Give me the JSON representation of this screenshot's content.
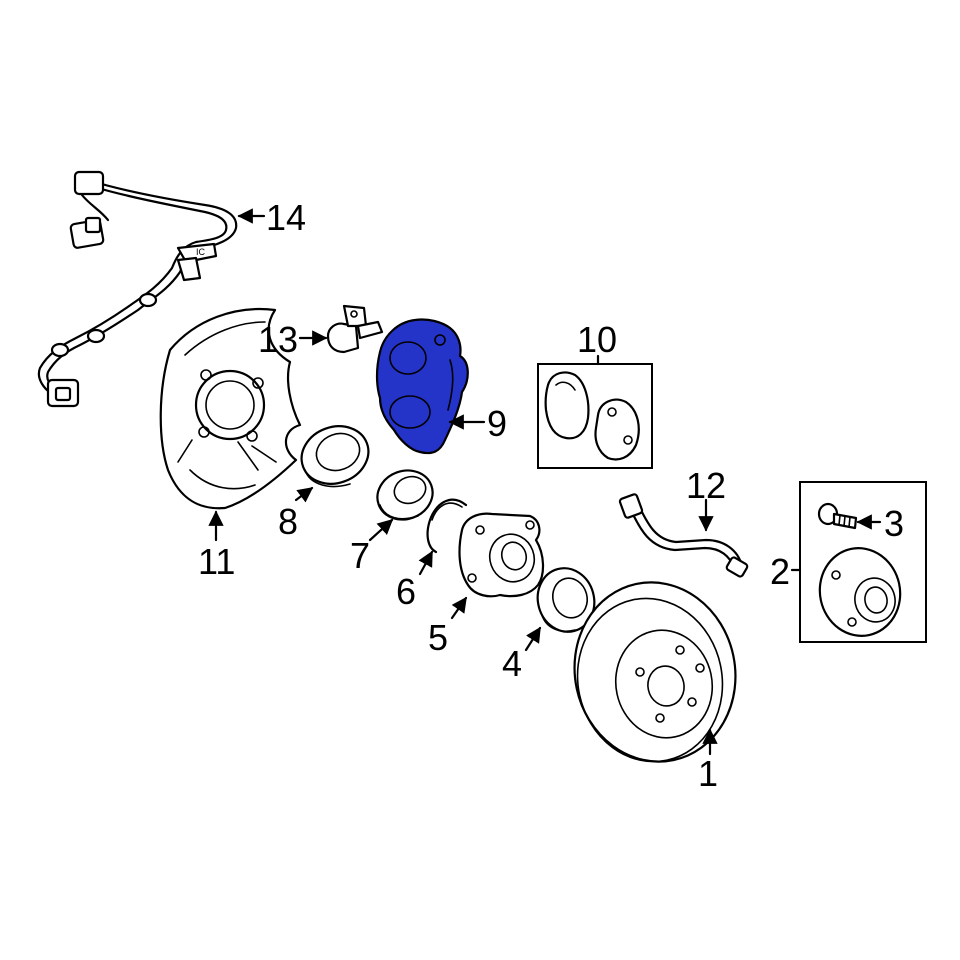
{
  "diagram": {
    "highlight_color": "#2433c8",
    "highlighted_part": "9",
    "callouts": [
      {
        "id": "1",
        "label": "1"
      },
      {
        "id": "2",
        "label": "2"
      },
      {
        "id": "3",
        "label": "3"
      },
      {
        "id": "4",
        "label": "4"
      },
      {
        "id": "5",
        "label": "5"
      },
      {
        "id": "6",
        "label": "6"
      },
      {
        "id": "7",
        "label": "7"
      },
      {
        "id": "8",
        "label": "8"
      },
      {
        "id": "9",
        "label": "9"
      },
      {
        "id": "10",
        "label": "10"
      },
      {
        "id": "11",
        "label": "11"
      },
      {
        "id": "12",
        "label": "12"
      },
      {
        "id": "13",
        "label": "13"
      },
      {
        "id": "14",
        "label": "14"
      }
    ]
  }
}
